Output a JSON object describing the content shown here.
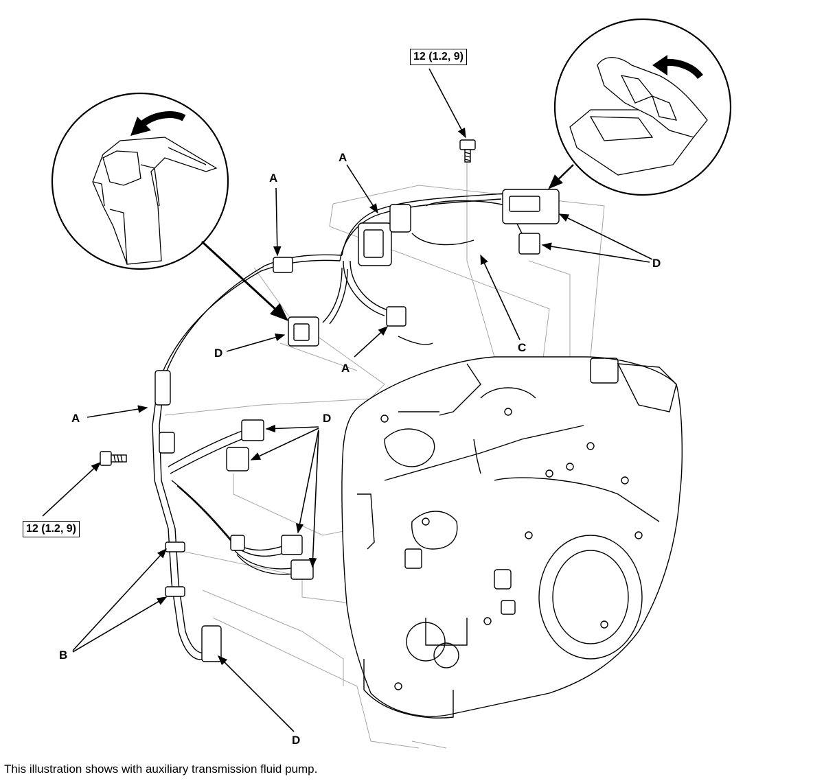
{
  "caption": "This illustration shows with auxiliary transmission fluid pump.",
  "torque_specs": {
    "top": "12 (1.2, 9)",
    "left": "12 (1.2, 9)"
  },
  "labels": {
    "a_top_left": "A",
    "a_top_center": "A",
    "a_middle": "A",
    "a_left": "A",
    "b": "B",
    "c": "C",
    "d_right": "D",
    "d_left_connector": "D",
    "d_center": "D",
    "d_bottom": "D"
  },
  "icons": {
    "detail_left": "connector-release-detail-icon",
    "detail_right": "connector-release-detail-icon",
    "release_arrow": "curved-arrow-icon",
    "bolt": "bolt-icon",
    "transmission": "transmission-assembly-icon"
  },
  "colors": {
    "line": "#000000",
    "faint_line": "#9a9a9a",
    "background": "#ffffff"
  }
}
